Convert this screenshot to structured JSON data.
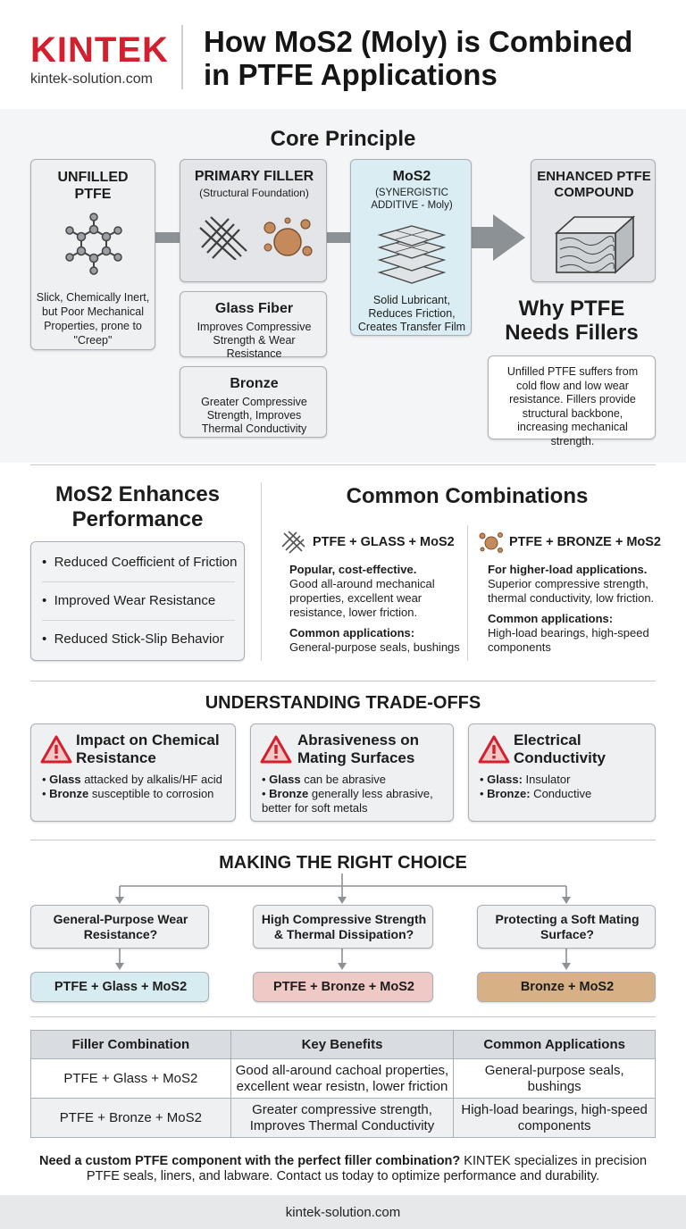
{
  "header": {
    "logo": "KINTEK",
    "site": "kintek-solution.com",
    "title_line1": "How MoS2 (Moly) is Combined",
    "title_line2": "in PTFE Applications"
  },
  "core": {
    "title": "Core Principle",
    "unfilled_title": "UNFILLED PTFE",
    "unfilled_desc": "Slick, Chemically Inert, but Poor Mechanical Properties, prone to \"Creep\"",
    "primary_title": "PRIMARY FILLER",
    "primary_sub": "(Structural Foundation)",
    "glass_title": "Glass Fiber",
    "glass_desc": "Improves Compressive Strength & Wear Resistance",
    "bronze_title": "Bronze",
    "bronze_desc": "Greater Compressive Strength, Improves Thermal Conductivity",
    "mos2_title": "MoS2",
    "mos2_sub": "(SYNERGISTIC ADDITIVE - Moly)",
    "mos2_desc": "Solid Lubricant, Reduces Friction, Creates Transfer Film",
    "enhanced_title": "ENHANCED PTFE COMPOUND",
    "why_title": "Why PTFE Needs Fillers",
    "why_desc": "Unfilled PTFE suffers from cold flow and low wear resistance. Fillers provide structural backbone, increasing mechanical strength."
  },
  "enhances": {
    "title": "MoS2 Enhances Performance",
    "items": [
      "Reduced Coefficient of Friction",
      "Improved Wear Resistance",
      "Reduced Stick-Slip Behavior"
    ]
  },
  "combos": {
    "title": "Common Combinations",
    "glass": {
      "title": "PTFE + GLASS + MoS2",
      "lead": "Popular, cost-effective.",
      "desc": "Good all-around mechanical properties, excellent wear resistance, lower friction.",
      "app_label": "Common applications:",
      "app": "General-purpose seals, bushings"
    },
    "bronze": {
      "title": "PTFE + BRONZE + MoS2",
      "lead": "For higher-load applications.",
      "desc": "Superior compressive strength, thermal conductivity, low friction.",
      "app_label": "Common applications:",
      "app": "High-load bearings, high-speed components"
    }
  },
  "tradeoffs": {
    "title": "UNDERSTANDING TRADE-OFFS",
    "cards": [
      {
        "title": "Impact on Chemical Resistance",
        "b1": "Glass",
        "t1": " attacked by alkalis/HF acid",
        "b2": "Bronze",
        "t2": " susceptible to corrosion"
      },
      {
        "title": "Abrasiveness on Mating Surfaces",
        "b1": "Glass",
        "t1": " can be abrasive",
        "b2": "Bronze",
        "t2": " generally less abrasive, better for soft metals"
      },
      {
        "title": "Electrical Conductivity",
        "b1": "Glass:",
        "t1": " Insulator",
        "b2": "Bronze:",
        "t2": " Conductive"
      }
    ]
  },
  "choice": {
    "title": "MAKING THE RIGHT CHOICE",
    "questions": [
      "General-Purpose Wear Resistance?",
      "High Compressive Strength & Thermal Dissipation?",
      "Protecting a Soft Mating Surface?"
    ],
    "answers": [
      "PTFE + Glass + MoS2",
      "PTFE + Bronze + MoS2",
      "Bronze + MoS2"
    ],
    "answer_colors": [
      "#d7ecf1",
      "#efc9c6",
      "#d7b086"
    ]
  },
  "table": {
    "headers": [
      "Filler Combination",
      "Key Benefits",
      "Common Applications"
    ],
    "rows": [
      [
        "PTFE + Glass + MoS2",
        "Good all-around cachoal properties, excellent wear resistn, lower friction",
        "General-purpose seals, bushings"
      ],
      [
        "PTFE + Bronze + MoS2",
        "Greater compressive strength, Improves Thermal Conductivity",
        "High-load bearings, high-speed components"
      ]
    ]
  },
  "cta": {
    "bold": "Need a custom PTFE component with the perfect filler combination?",
    "text": " KINTEK specializes in precision PTFE seals, liners, and labware. Contact us today to optimize performance and durability."
  },
  "footer": {
    "site": "kintek-solution.com"
  },
  "colors": {
    "brand_red": "#d2202f",
    "mos2_blue": "#d9edf3",
    "card_gray": "#eef0f2",
    "connector_gray": "#8c9196"
  }
}
